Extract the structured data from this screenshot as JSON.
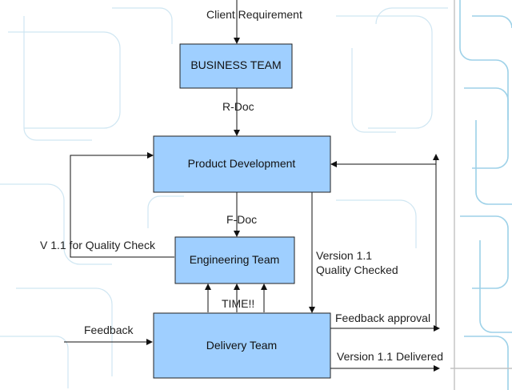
{
  "boxes": {
    "business": "BUSINESS TEAM",
    "product": "Product Development",
    "engineering": "Engineering Team",
    "delivery": "Delivery Team"
  },
  "labels": {
    "client_requirement": "Client Requirement",
    "rdoc": "R-Doc",
    "fdoc": "F-Doc",
    "quality_check": "V 1.1 for Quality Check",
    "version_line1": "Version 1.1",
    "version_line2": "Quality Checked",
    "time": "TIME!!",
    "feedback": "Feedback",
    "feedback_approval": "Feedback approval",
    "version_delivered": "Version 1.1 Delivered"
  },
  "colors": {
    "box_fill": "#9fcfff",
    "background_pattern": "#cfe6f2"
  }
}
